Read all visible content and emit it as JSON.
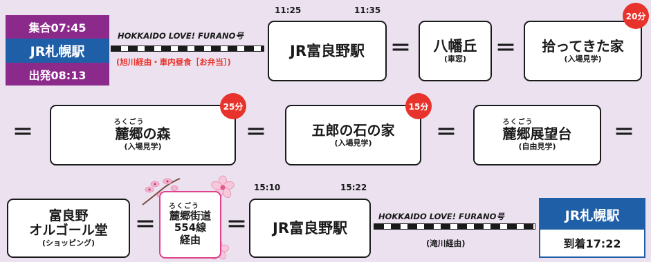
{
  "colors": {
    "purple": "#8c2a8c",
    "blue": "#1f5fa8",
    "badge_red": "#e8332c",
    "background": "#ebe1ef",
    "highlight_pink": "#e0418c"
  },
  "start": {
    "depart_top": "集合07:45",
    "station": "JR札幌駅",
    "depart_bottom": "出発08:13"
  },
  "leg1": {
    "train": "HOKKAIDO LOVE! FURANO号",
    "note": "(旭川経由・車内昼食［お弁当］)"
  },
  "furano1": {
    "arrive": "11:25",
    "depart": "11:35",
    "name": "JR富良野駅"
  },
  "hachimangaoka": {
    "name": "八幡丘",
    "sub": "(車窓)"
  },
  "hirotta": {
    "name": "拾ってきた家",
    "sub": "(入場見学)",
    "badge": "20分"
  },
  "rokugo_forest": {
    "ruby": "ろくごう",
    "name": "麓郷の森",
    "sub": "(入場見学)",
    "badge": "25分"
  },
  "goro_house": {
    "name": "五郎の石の家",
    "sub": "(入場見学)",
    "badge": "15分"
  },
  "rokugo_view": {
    "ruby": "ろくごう",
    "name": "麓郷展望台",
    "sub": "(自由見学)"
  },
  "music_box": {
    "line1": "富良野",
    "line2": "オルゴール堂",
    "sub": "(ショッピング)"
  },
  "kaido": {
    "ruby": "ろくごう",
    "line1": "麓郷街道",
    "line2": "554線",
    "line3": "経由"
  },
  "furano2": {
    "arrive": "15:10",
    "depart": "15:22",
    "name": "JR富良野駅"
  },
  "leg2": {
    "train": "HOKKAIDO LOVE! FURANO号",
    "note": "(滝川経由)"
  },
  "end": {
    "station": "JR札幌駅",
    "arrive": "到着17:22"
  },
  "connector": "＝"
}
